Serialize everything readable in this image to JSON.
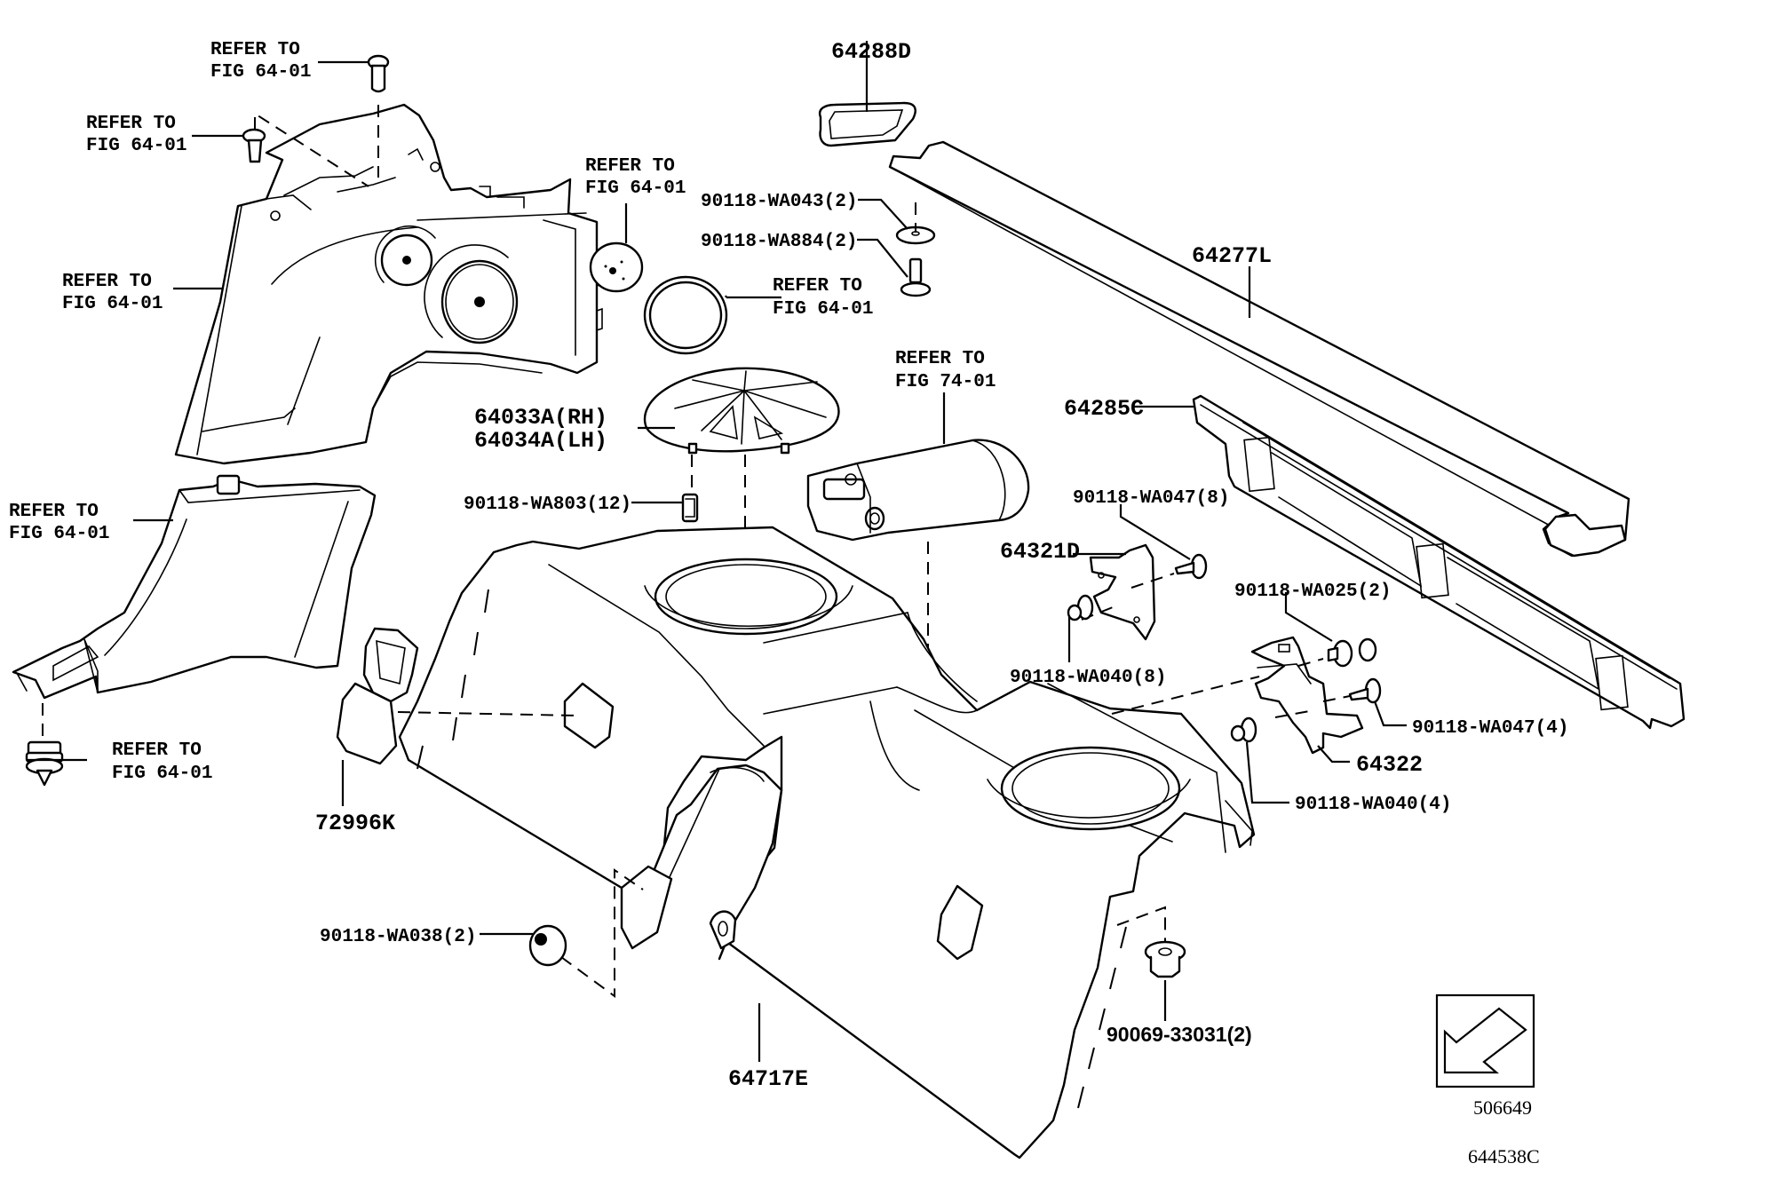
{
  "diagram": {
    "type": "exploded parts diagram",
    "figure_number": "644538C",
    "view_indicator_code": "506649"
  },
  "refer_labels": [
    {
      "id": "ref-bolt-top",
      "line1": "REFER TO",
      "line2": "FIG 64-01"
    },
    {
      "id": "ref-clip-top",
      "line1": "REFER TO",
      "line2": "FIG 64-01"
    },
    {
      "id": "ref-quarter-panel",
      "line1": "REFER TO",
      "line2": "FIG 64-01"
    },
    {
      "id": "ref-cap",
      "line1": "REFER TO",
      "line2": "FIG 64-01"
    },
    {
      "id": "ref-ring",
      "line1": "REFER TO",
      "line2": "FIG 64-01"
    },
    {
      "id": "ref-pillar-trim",
      "line1": "REFER TO",
      "line2": "FIG 64-01"
    },
    {
      "id": "ref-push-clip",
      "line1": "REFER TO",
      "line2": "FIG 64-01"
    },
    {
      "id": "ref-jack",
      "line1": "REFER TO",
      "line2": "FIG 74-01"
    }
  ],
  "part_labels": {
    "p64288D": "64288D",
    "p90118_WA043": "90118-WA043(2)",
    "p90118_WA884": "90118-WA884(2)",
    "p64277L": "64277L",
    "p64285C": "64285C",
    "p64033A_RH": "64033A(RH)",
    "p64034A_LH": "64034A(LH)",
    "p90118_WA803": "90118-WA803(12)",
    "p90118_WA047_8": "90118-WA047(8)",
    "p64321D": "64321D",
    "p90118_WA025": "90118-WA025(2)",
    "p90118_WA040_8": "90118-WA040(8)",
    "p90118_WA047_4": "90118-WA047(4)",
    "p64322": "64322",
    "p90118_WA040_4": "90118-WA040(4)",
    "p72996K": "72996K",
    "p90118_WA038": "90118-WA038(2)",
    "p64717E": "64717E",
    "p90069_33031": "90069-33031(2)"
  },
  "icons": {
    "view_arrow": "direction-arrow-icon"
  }
}
